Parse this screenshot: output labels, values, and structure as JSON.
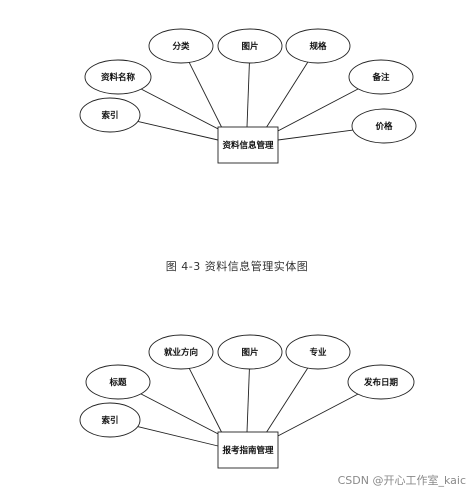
{
  "figures": [
    {
      "id": "fig1",
      "entity": "资料信息管理",
      "attributes": [
        "分类",
        "图片",
        "规格",
        "资料名称",
        "备注",
        "索引",
        "价格"
      ]
    },
    {
      "id": "fig2",
      "entity": "报考指南管理",
      "attributes": [
        "就业方向",
        "图片",
        "专业",
        "标题",
        "发布日期",
        "索引"
      ]
    }
  ],
  "caption": "图 4-3  资料信息管理实体图",
  "watermark": "CSDN @开心工作室_kaic"
}
